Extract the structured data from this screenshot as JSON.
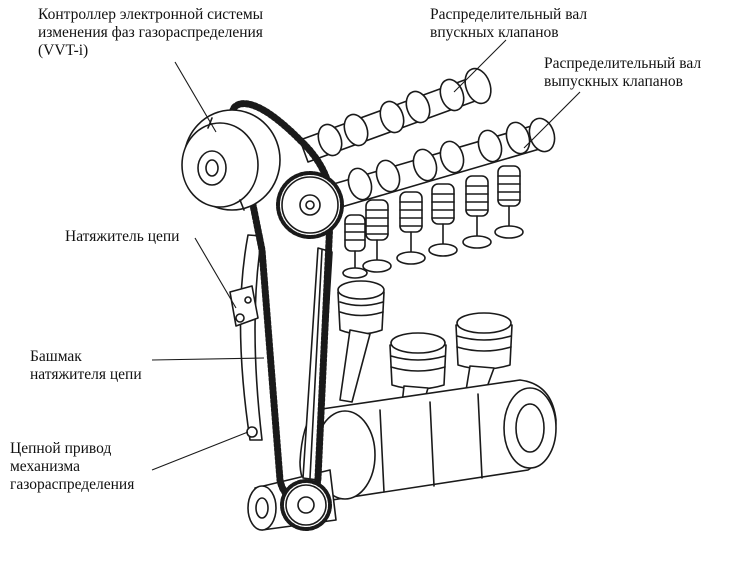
{
  "diagram": {
    "labels": {
      "vvt": [
        "Контроллер электронной системы",
        "изменения фаз газораспределения",
        "(VVT-i)"
      ],
      "intake_cam": [
        "Распределительный вал",
        "впускных клапанов"
      ],
      "exhaust_cam": [
        "Распределительный вал",
        "выпускных клапанов"
      ],
      "tensioner": [
        "Натяжитель цепи"
      ],
      "tensioner_shoe": [
        "Башмак",
        "натяжителя цепи"
      ],
      "chain_drive": [
        "Цепной привод",
        "механизма",
        "газораспределения"
      ]
    }
  }
}
